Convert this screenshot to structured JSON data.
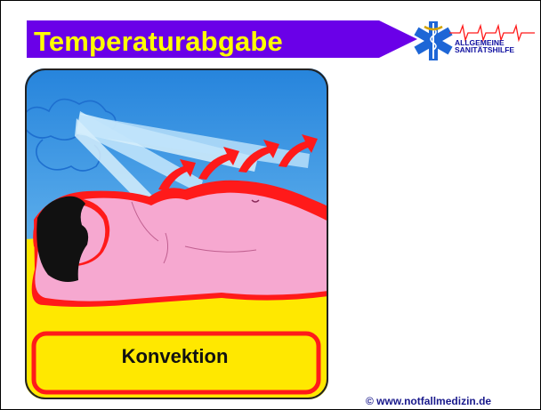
{
  "slide": {
    "title": "Temperaturabgabe",
    "caption": "Konvektion",
    "copyright": "© www.notfallmedizin.de"
  },
  "logo": {
    "line1": "ALLGEMEINE",
    "line2": "SANITÄTSHILFE",
    "icon": "star-of-life-caduceus-icon"
  },
  "colors": {
    "banner": "#6a00e8",
    "title_text": "#ffff00",
    "sky": "#2f8ee0",
    "bed": "#ffe800",
    "skin": "#f6a8d0",
    "outline_red": "#ff1a1a",
    "hair": "#111111"
  }
}
